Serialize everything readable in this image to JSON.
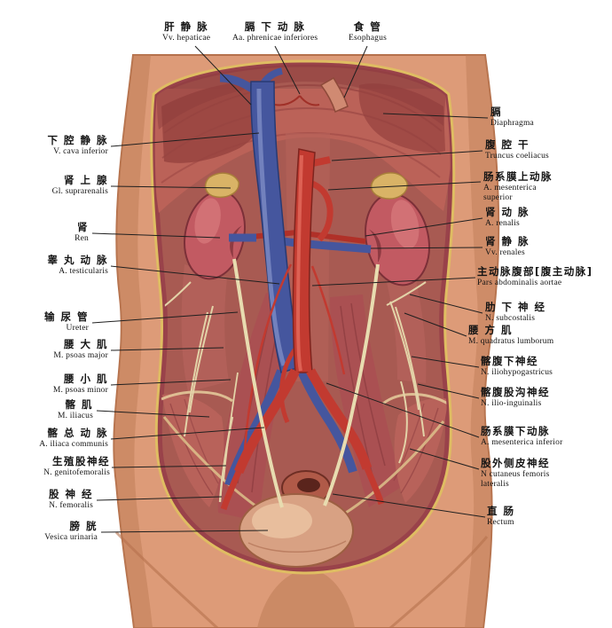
{
  "figure": {
    "description": "Color anatomical plate of the posterior abdominal wall: kidneys, suprarenal glands, inferior vena cava, abdominal aorta, ureters, psoas muscles, bladder and rectum, with bilingual Chinese/Latin callout labels",
    "background": "#ffffff"
  },
  "colors": {
    "skin": "#dd9b78",
    "skin_shadow": "#c07e58",
    "fat_rim": "#dfbd62",
    "muscle_wall": "#99424a",
    "cavity": "#a85a52",
    "kidney": "#c25a62",
    "suprarenal": "#d9b366",
    "vein_blue": "#45569e",
    "artery_red": "#c23a30",
    "ureter": "#e8dcb0",
    "bladder": "#d8a183",
    "leader_line": "#1f1f1f"
  },
  "labels": {
    "top": [
      {
        "zh": "肝 静 脉",
        "la": "Vv. hepaticae"
      },
      {
        "zh": "膈 下 动 脉",
        "la": "Aa. phrenicae inferiores"
      },
      {
        "zh": "食 管",
        "la": "Esophagus"
      }
    ],
    "left": [
      {
        "zh": "下 腔 静 脉",
        "la": "V. cava inferior"
      },
      {
        "zh": "肾 上 腺",
        "la": "Gl. suprarenalis"
      },
      {
        "zh": "肾",
        "la": "Ren"
      },
      {
        "zh": "睾 丸 动 脉",
        "la": "A. testicularis"
      },
      {
        "zh": "输 尿 管",
        "la": "Ureter"
      },
      {
        "zh": "腰 大 肌",
        "la": "M. psoas major"
      },
      {
        "zh": "腰 小 肌",
        "la": "M. psoas minor"
      },
      {
        "zh": "髂 肌",
        "la": "M. iliacus"
      },
      {
        "zh": "髂 总 动 脉",
        "la": "A. iliaca communis"
      },
      {
        "zh": "生殖股神经",
        "la": "N. genitofemoralis"
      },
      {
        "zh": "股 神 经",
        "la": "N. femoralis"
      },
      {
        "zh": "膀 胱",
        "la": "Vesica urinaria"
      }
    ],
    "right": [
      {
        "zh": "膈",
        "la": "Diaphragma"
      },
      {
        "zh": "腹 腔 干",
        "la": "Truncus coeliacus"
      },
      {
        "zh": "肠系膜上动脉",
        "la": "A. mesenterica superior"
      },
      {
        "zh": "肾 动 脉",
        "la": "A. renalis"
      },
      {
        "zh": "肾 静 脉",
        "la": "Vv. renales"
      },
      {
        "zh": "主动脉腹部[腹主动脉]",
        "la": "Pars abdominalis aortae"
      },
      {
        "zh": "肋 下 神 经",
        "la": "N. subcostalis"
      },
      {
        "zh": "腰 方 肌",
        "la": "M. quadratus lumborum"
      },
      {
        "zh": "髂腹下神经",
        "la": "N. iliohypogastricus"
      },
      {
        "zh": "髂腹股沟神经",
        "la": "N. ilio-inguinalis"
      },
      {
        "zh": "肠系膜下动脉",
        "la": "A. mesenterica inferior"
      },
      {
        "zh": "股外侧皮神经",
        "la": "N cutaneus femoris lateralis"
      },
      {
        "zh": "直 肠",
        "la": "Rectum"
      }
    ]
  }
}
